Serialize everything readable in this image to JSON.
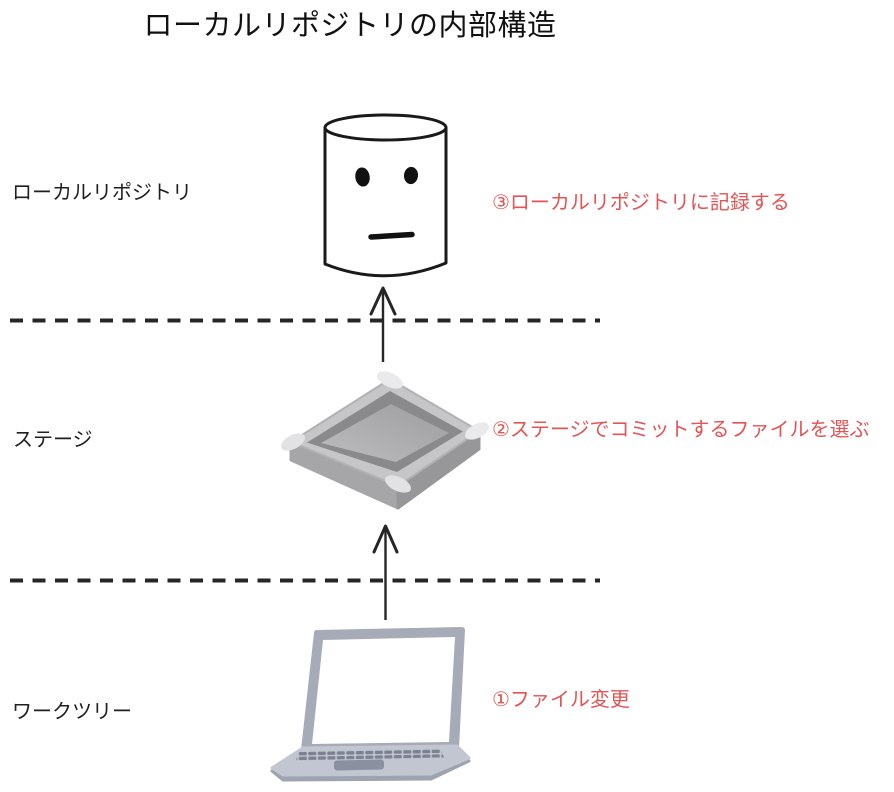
{
  "title": "ローカルリポジトリの内部構造",
  "colors": {
    "annotation_red": "#e25555",
    "text_dark": "#1f1f1f",
    "line_dark": "#262626",
    "title_dark": "#111111"
  },
  "layers": [
    {
      "name": "local-repository",
      "label": "ローカルリポジトリ",
      "annotation": "③ローカルリポジトリに記録する",
      "icon": "repository-cylinder-icon"
    },
    {
      "name": "stage",
      "label": "ステージ",
      "annotation": "②ステージでコミットするファイルを選ぶ",
      "icon": "stage-tray-icon"
    },
    {
      "name": "work-tree",
      "label": "ワークツリー",
      "annotation": "①ファイル変更",
      "icon": "laptop-icon"
    }
  ]
}
